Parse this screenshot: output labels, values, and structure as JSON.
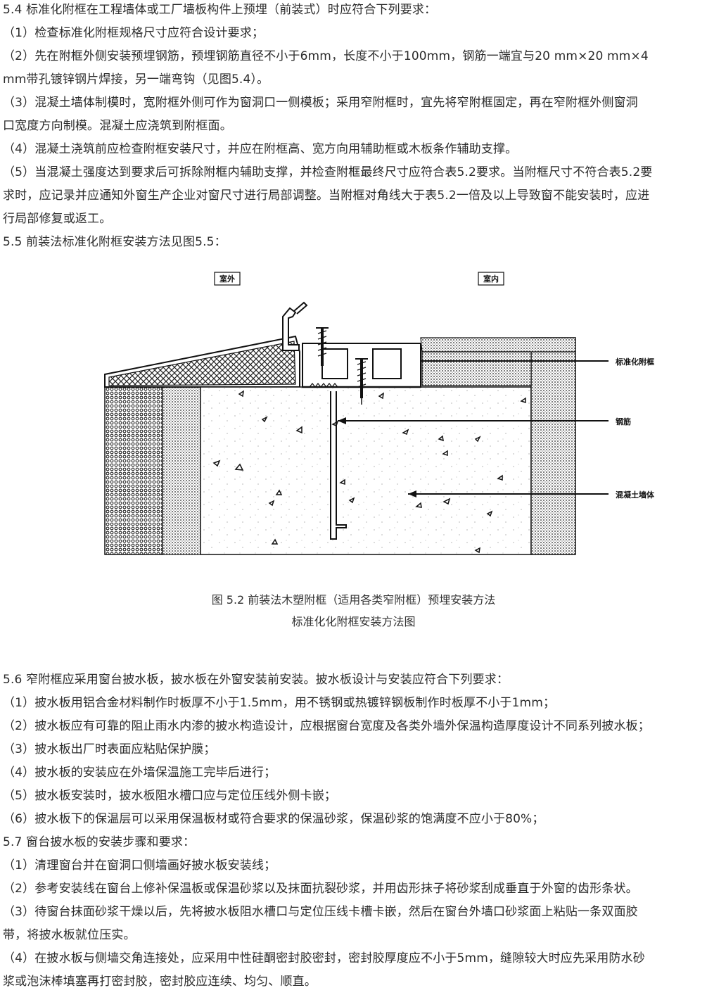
{
  "top_lines": [
    "5.4  标准化附框在工程墙体或工厂墙板构件上预埋（前装式）时应符合下列要求：",
    "（1）检查标准化附框规格尺寸应符合设计要求；",
    "（2）先在附框外侧安装预埋钢筋，预埋钢筋直径不小于6mm，长度不小于100mm，钢筋一端宜与20    mm×20    mm×4",
    "mm带孔镀锌钢片焊接，另一端弯钩（见图5.4）。",
    "（3）混凝土墙体制模时，宽附框外侧可作为窗洞口一侧模板；采用窄附框时，宜先将窄附框固定，再在窄附框外侧窗洞",
    "口宽度方向制模。混凝土应浇筑到附框面。",
    "（4）混凝土浇筑前应检查附框安装尺寸，并应在附框高、宽方向用辅助框或木板条作辅助支撑。",
    "（5）当混凝土强度达到要求后可拆除附框内辅助支撑，并检查附框最终尺寸应符合表5.2要求。当附框尺寸不符合表5.2要",
    "求时，应记录并应通知外窗生产企业对窗尺寸进行局部调整。当附框对角线大于表5.2一倍及以上导致窗不能安装时，应进",
    "行局部修复或返工。",
    "5.5  前装法标准化附框安装方法见图5.5："
  ],
  "figure": {
    "label_outdoor": "室外",
    "label_indoor": "室内",
    "callouts": [
      "标准化附框",
      "钢筋",
      "混凝土墙体"
    ]
  },
  "caption": {
    "line1": "图 5.2 前装法木塑附框（适用各类窄附框）预埋安装方法",
    "line2": "标准化化附框安装方法图"
  },
  "bottom_lines": [
    "5.6  窄附框应采用窗台披水板，披水板在外窗安装前安装。披水板设计与安装应符合下列要求：",
    "（1）披水板用铝合金材料制作时板厚不小于1.5mm，用不锈钢或热镀锌钢板制作时板厚不小于1mm；",
    "（2）披水板应有可靠的阻止雨水内渗的披水构造设计，应根据窗台宽度及各类外墙外保温构造厚度设计不同系列披水板；",
    "（3）披水板出厂时表面应粘贴保护膜；",
    "（4）披水板的安装应在外墙保温施工完毕后进行；",
    "（5）披水板安装时，披水板阻水槽口应与定位压线外侧卡嵌；",
    "（6）披水板下的保温层可以采用保温板材或符合要求的保温砂浆，保温砂浆的饱满度不应小于80%；",
    "5.7 窗台披水板的安装步骤和要求：",
    "（1）清理窗台并在窗洞口侧墙画好披水板安装线；",
    "（2）参考安装线在窗台上修补保温板或保温砂浆以及抹面抗裂砂浆，并用齿形抹子将砂浆刮成垂直于外窗的齿形条状。",
    "（3）待窗台抹面砂浆干燥以后，先将披水板阻水槽口与定位压线卡槽卡嵌，然后在窗台外墙口砂浆面上粘贴一条双面胶",
    "带，将披水板就位压实。",
    "（4）在披水板与侧墙交角连接处，应采用中性硅酮密封胶密封，密封胶厚度应不小于5mm，缝隙较大时应先采用防水砂",
    "浆或泡沫棒填塞再打密封胶，密封胶应连续、均匀、顺直。"
  ]
}
